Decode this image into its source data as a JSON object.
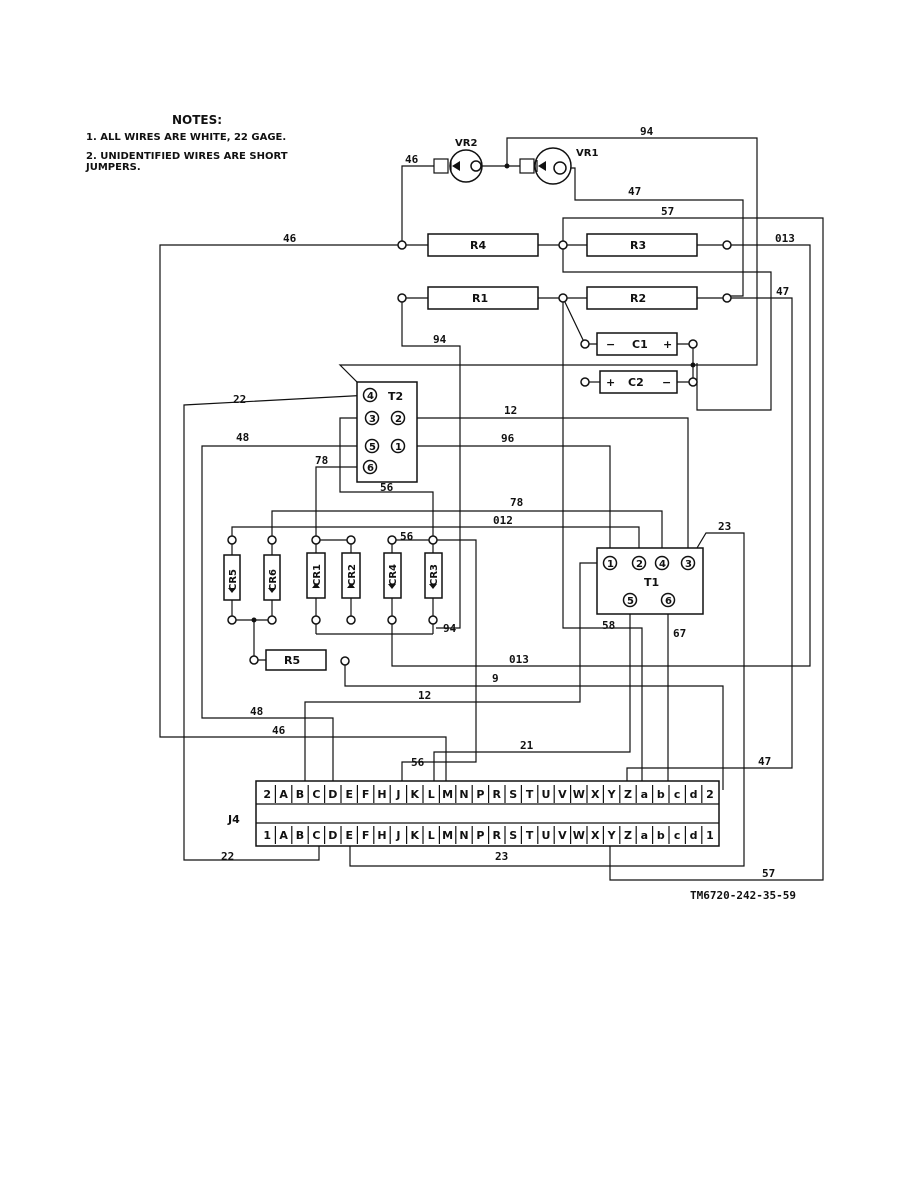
{
  "notes": {
    "title": "NOTES:",
    "items": [
      "1.  ALL WIRES ARE WHITE, 22 GAGE.",
      "2.  UNIDENTIFIED WIRES ARE SHORT",
      "     JUMPERS."
    ]
  },
  "components": {
    "VR1": "VR1",
    "VR2": "VR2",
    "R1": "R1",
    "R2": "R2",
    "R3": "R3",
    "R4": "R4",
    "R5": "R5",
    "C1": "C1",
    "C2": "C2",
    "T1": "T1",
    "T2": "T2",
    "CR1": "CR1",
    "CR2": "CR2",
    "CR3": "CR3",
    "CR4": "CR4",
    "CR5": "CR5",
    "CR6": "CR6",
    "J4": "J4"
  },
  "t2_terminals": [
    "4",
    "3",
    "5",
    "6",
    "2",
    "1"
  ],
  "t1_terminals": [
    "1",
    "2",
    "4",
    "3",
    "5",
    "6"
  ],
  "wire_labels": {
    "w94_top": "94",
    "w46_vr": "46",
    "w47_vr": "47",
    "w57_top": "57",
    "w46_left": "46",
    "w013_top": "013",
    "w47_r2": "47",
    "w94_r1": "94",
    "w22_top": "22",
    "w12_top": "12",
    "w48_top": "48",
    "w96": "96",
    "w78_t2": "78",
    "w56_t2": "56",
    "w78_mid": "78",
    "w012": "012",
    "w56_cr": "56",
    "w94_cr": "94",
    "w23_t1": "23",
    "w58": "58",
    "w67": "67",
    "w013_bot": "013",
    "w9": "9",
    "w12_bot": "12",
    "w48_bot": "48",
    "w46_bot": "46",
    "w21": "21",
    "w56_j4": "56",
    "w47_j4": "47",
    "w22_bot": "22",
    "w23_bot": "23",
    "w57_bot": "57"
  },
  "j4_top_row": [
    "2",
    "A",
    "B",
    "C",
    "D",
    "E",
    "F",
    "H",
    "J",
    "K",
    "L",
    "M",
    "N",
    "P",
    "R",
    "S",
    "T",
    "U",
    "V",
    "W",
    "X",
    "Y",
    "Z",
    "a",
    "b",
    "c",
    "d",
    "2"
  ],
  "j4_bottom_row": [
    "1",
    "A",
    "B",
    "C",
    "D",
    "E",
    "F",
    "H",
    "J",
    "K",
    "L",
    "M",
    "N",
    "P",
    "R",
    "S",
    "T",
    "U",
    "V",
    "W",
    "X",
    "Y",
    "Z",
    "a",
    "b",
    "c",
    "d",
    "1"
  ],
  "figure_id": "TM6720-242-35-59"
}
